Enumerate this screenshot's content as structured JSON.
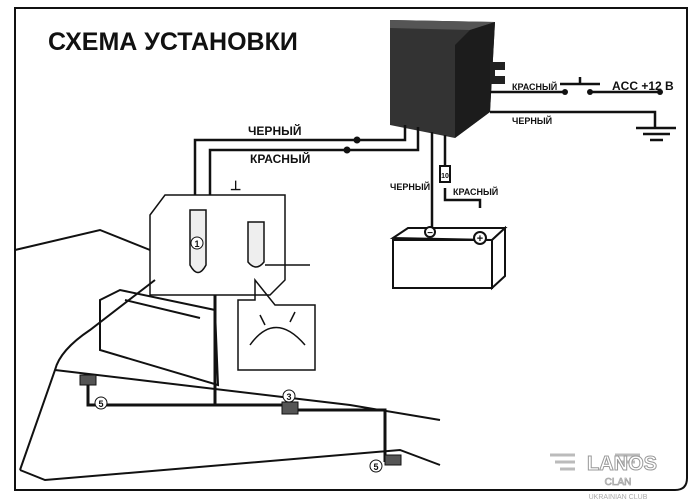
{
  "title": "СХЕМА УСТАНОВКИ",
  "labels": {
    "black_top": "ЧЕРНЫЙ",
    "red_top": "КРАСНЫЙ",
    "red_right": "КРАСНЫЙ",
    "acc": "ACC +12 В",
    "black_right": "ЧЕРНЫЙ",
    "black_battery": "ЧЕРНЫЙ",
    "red_battery": "КРАСНЫЙ",
    "fuse": "10",
    "ground_symbol": "⊥",
    "battery_minus": "−",
    "battery_plus": "+"
  },
  "markers": [
    "1",
    "3",
    "5",
    "5"
  ],
  "logo": {
    "name": "LANOS",
    "sub": "CLAN",
    "club": "UKRAINIAN CLUB"
  },
  "colors": {
    "line": "#111111",
    "box": "#2b2b2b",
    "background": "#ffffff"
  }
}
